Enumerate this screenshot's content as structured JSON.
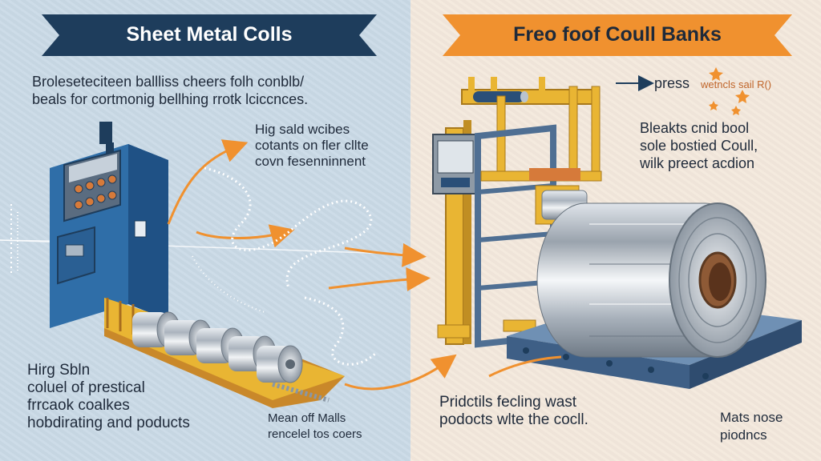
{
  "left": {
    "title": "Sheet Metal Colls",
    "intro_line1": "Broleseteciteen ballliss cheers folh conblb/",
    "intro_line2": "beals for cortmonig bellhing rrotk lciccnces.",
    "callout_line1": "Hig sald wcibes",
    "callout_line2": "cotants on fler cllte",
    "callout_line3": "covn fesenninnent",
    "bottom_line1": "Hirg Sbln",
    "bottom_line2": "coluel of prestical",
    "bottom_line3": "frrcaok coalkes",
    "bottom_line4": "hobdirating and poducts",
    "caption_line1": "Mean off Malls",
    "caption_line2": "rencelel tos coers"
  },
  "right": {
    "title": "Freo foof Coull Banks",
    "press_label": "press",
    "press_note": "wetncls sail R()",
    "desc_line1": "Bleakts cnid bool",
    "desc_line2": "sole bostied Coull,",
    "desc_line3": "wilk preect acdion",
    "bottom_line1": "Pridctils fecling wast",
    "bottom_line2": "podocts wlte the cocll.",
    "corner_line1": "Mats nose",
    "corner_line2": "piodncs"
  },
  "colors": {
    "left_bg": "#c9d9e6",
    "right_bg": "#f3e8dc",
    "navy_banner": "#1e3d5c",
    "orange_accent": "#f0912f",
    "machine_blue": "#2f6ea8",
    "frame_yellow": "#e9b533",
    "base_blue": "#5b7ea3"
  }
}
